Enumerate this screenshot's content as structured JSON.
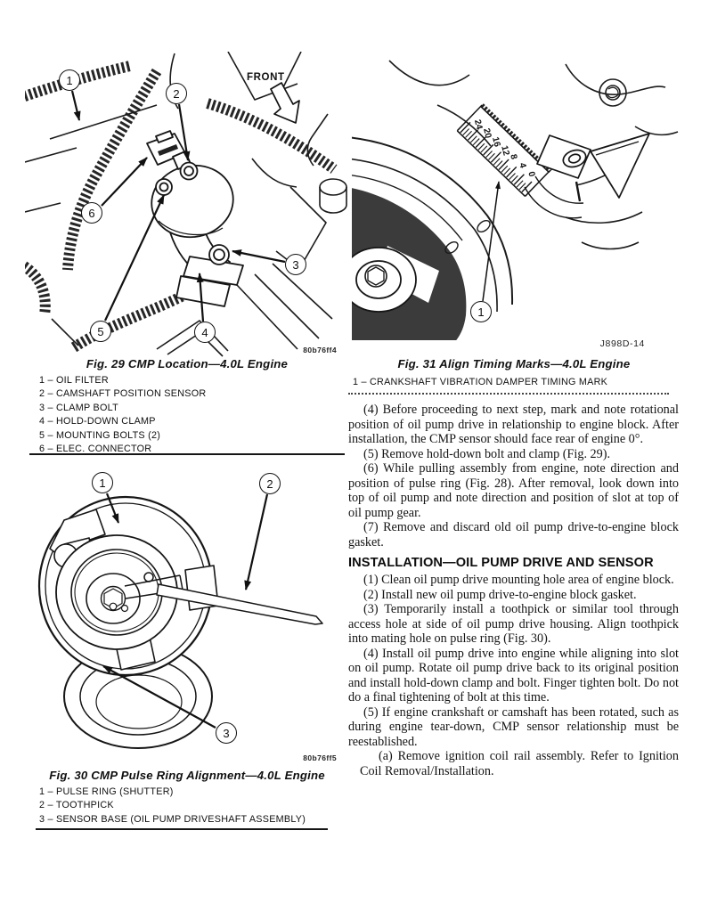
{
  "fig29": {
    "caption": "Fig. 29 CMP Location—4.0L Engine",
    "code": "80b76ff4",
    "front_label": "FRONT",
    "callouts": {
      "c1": "1",
      "c2": "2",
      "c3": "3",
      "c4": "4",
      "c5": "5",
      "c6": "6"
    },
    "legend": [
      "1 – OIL FILTER",
      "2 – CAMSHAFT POSITION SENSOR",
      "3 – CLAMP BOLT",
      "4 – HOLD-DOWN CLAMP",
      "5 – MOUNTING BOLTS (2)",
      "6 – ELEC. CONNECTOR"
    ]
  },
  "fig31": {
    "caption": "Fig. 31 Align Timing Marks—4.0L Engine",
    "code": "J898D-14",
    "callouts": {
      "c1": "1"
    },
    "scale": [
      "24",
      "20",
      "16",
      "12",
      "8",
      "4",
      "0"
    ],
    "legend": [
      "1 – CRANKSHAFT VIBRATION DAMPER TIMING MARK"
    ]
  },
  "fig30": {
    "caption": "Fig. 30 CMP Pulse Ring Alignment—4.0L Engine",
    "code": "80b76ff5",
    "callouts": {
      "c1": "1",
      "c2": "2",
      "c3": "3"
    },
    "legend": [
      "1 – PULSE RING (SHUTTER)",
      "2 – TOOTHPICK",
      "3 – SENSOR BASE (OIL PUMP DRIVESHAFT ASSEMBLY)"
    ]
  },
  "column": {
    "paras_removal": [
      "(4) Before proceeding to next step, mark and note rotational position of oil pump drive in relationship to engine block. After installation, the CMP sensor should face rear of engine 0°.",
      "(5) Remove hold-down bolt and clamp (Fig. 29).",
      "(6) While pulling assembly from engine, note direction and position of pulse ring (Fig. 28). After removal, look down into top of oil pump and note direction and position of slot at top of oil pump gear.",
      "(7) Remove and discard old oil pump drive-to-engine block gasket."
    ],
    "heading": "INSTALLATION—OIL PUMP DRIVE AND SENSOR",
    "paras_install": [
      "(1) Clean oil pump drive mounting hole area of engine block.",
      "(2) Install new oil pump drive-to-engine block gasket.",
      "(3) Temporarily install a toothpick or similar tool through access hole at side of oil pump drive housing. Align toothpick into mating hole on pulse ring (Fig. 30).",
      "(4) Install oil pump drive into engine while aligning into slot on oil pump. Rotate oil pump drive back to its original position and install hold-down clamp and bolt. Finger tighten bolt. Do not do a final tightening of bolt at this time.",
      "(5) If engine crankshaft or camshaft has been rotated, such as during engine tear-down, CMP sensor relationship must be reestablished.",
      "(a) Remove ignition coil rail assembly. Refer to Ignition Coil Removal/Installation."
    ]
  }
}
